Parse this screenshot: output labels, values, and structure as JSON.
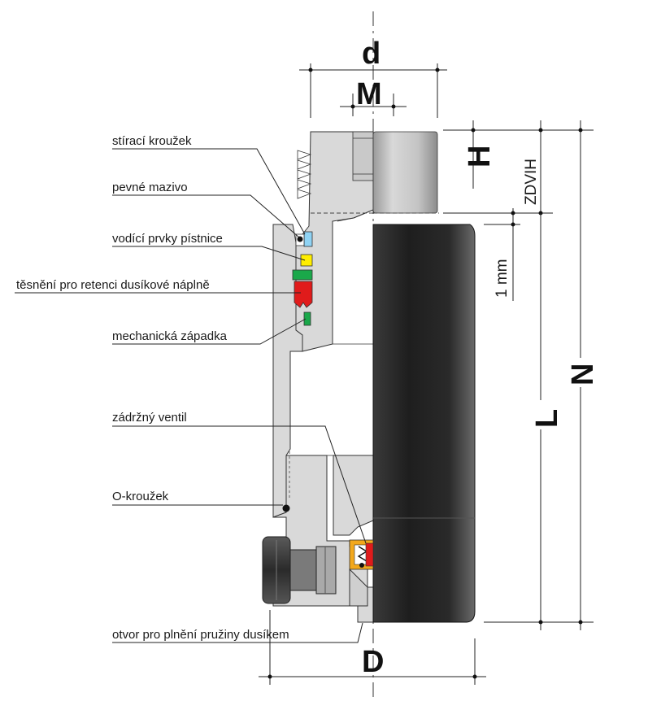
{
  "labels": {
    "wiper": "stírací kroužek",
    "grease": "pevné mazivo",
    "guide": "vodící prvky pístnice",
    "seal": "těsnění pro retenci dusíkové náplně",
    "latch": "mechanická západka",
    "valve": "zádržný ventil",
    "oring": "O-kroužek",
    "fill_port": "otvor pro plnění pružiny dusíkem"
  },
  "dimensions": {
    "d": "d",
    "M": "M",
    "H": "H",
    "stroke": "ZDVIH",
    "one_mm": "1 mm",
    "L": "L",
    "N": "N",
    "D": "D"
  },
  "colors": {
    "body": "#d9d9d9",
    "rod_dark": "#2b2b2b",
    "rod_light": "#bdbdbd",
    "guide": "#ffee00",
    "wiper": "#8fd3f4",
    "seal_green": "#1aa84a",
    "seal_red": "#e01b1b",
    "valve_orange": "#f2a81c"
  }
}
